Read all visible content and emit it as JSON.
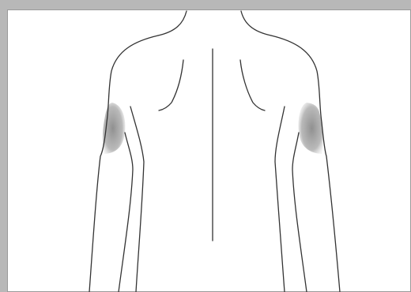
{
  "figure": {
    "view": "back",
    "subject": "upper body",
    "highlighted_regions": [
      "left-upper-arm-back",
      "right-upper-arm-back"
    ]
  },
  "colors": {
    "background": "#b8b8b8",
    "panel": "#ffffff",
    "outline": "#333333",
    "highlight": "#8a8a8a"
  }
}
